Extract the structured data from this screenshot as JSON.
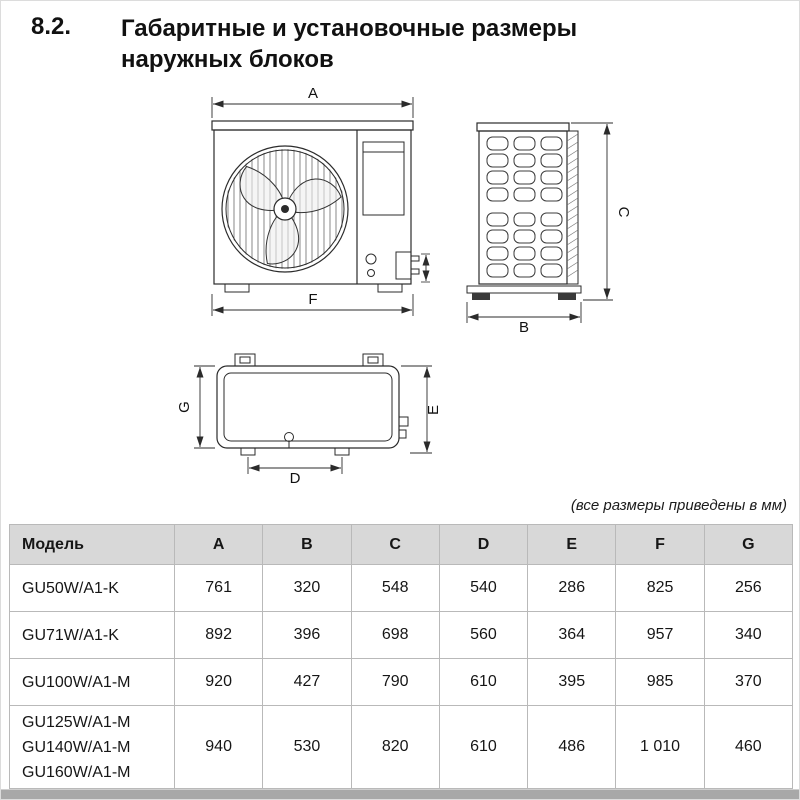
{
  "page": {
    "section_number": "8.2.",
    "title_line1": "Габаритные и установочные размеры",
    "title_line2": "наружных блоков",
    "units_note": "(все размеры приведены в мм)"
  },
  "diagram": {
    "labels": {
      "A": "A",
      "B": "B",
      "C": "C",
      "D": "D",
      "E": "E",
      "F": "F",
      "G": "G"
    }
  },
  "table": {
    "headers": [
      "Модель",
      "A",
      "B",
      "C",
      "D",
      "E",
      "F",
      "G"
    ],
    "rows": [
      {
        "model": [
          "GU50W/A1-K"
        ],
        "values": [
          "761",
          "320",
          "548",
          "540",
          "286",
          "825",
          "256"
        ]
      },
      {
        "model": [
          "GU71W/A1-K"
        ],
        "values": [
          "892",
          "396",
          "698",
          "560",
          "364",
          "957",
          "340"
        ]
      },
      {
        "model": [
          "GU100W/A1-M"
        ],
        "values": [
          "920",
          "427",
          "790",
          "610",
          "395",
          "985",
          "370"
        ]
      },
      {
        "model": [
          "GU125W/A1-M",
          "GU140W/A1-M",
          "GU160W/A1-M"
        ],
        "values": [
          "940",
          "530",
          "820",
          "610",
          "486",
          "1 010",
          "460"
        ]
      }
    ]
  },
  "colors": {
    "table_header_bg": "#d8d8d8",
    "drawing_line": "#2b2b2b"
  }
}
